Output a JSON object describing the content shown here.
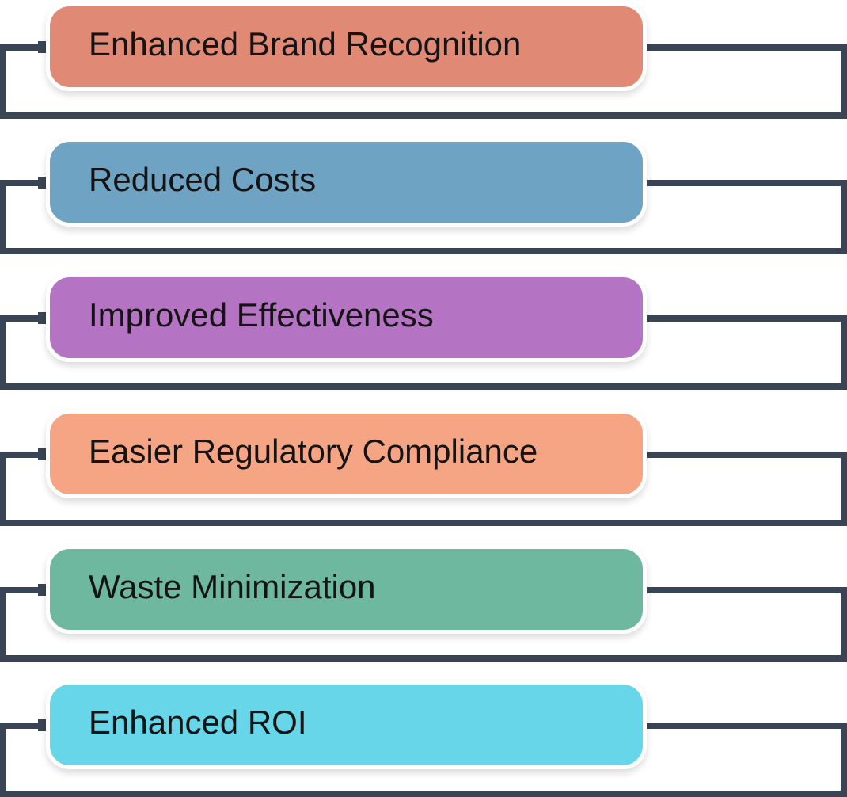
{
  "diagram": {
    "title_hint": "benefits-list-diagram",
    "background_color": "#ffffff",
    "track_border_color": "#394554",
    "track_fill_color": "#ffffff",
    "label_text_color": "#141414",
    "pill_outline_color": "#ffffff",
    "items": [
      {
        "label": "Enhanced Brand Recognition",
        "color": "#e08a76"
      },
      {
        "label": "Reduced Costs",
        "color": "#6fa3c4"
      },
      {
        "label": "Improved Effectiveness",
        "color": "#b573c4"
      },
      {
        "label": "Easier Regulatory Compliance",
        "color": "#f5a584"
      },
      {
        "label": "Waste Minimization",
        "color": "#6db89f"
      },
      {
        "label": "Enhanced ROI",
        "color": "#66d6e8"
      }
    ]
  }
}
